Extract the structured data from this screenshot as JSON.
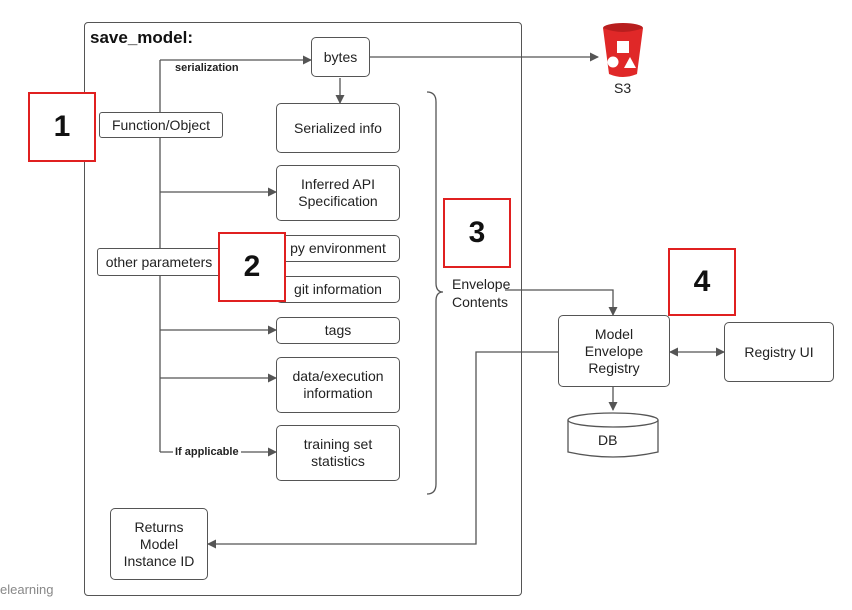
{
  "frame": {
    "title": "save_model:"
  },
  "labels": {
    "serialization": "serialization",
    "if_applicable": "If applicable",
    "envelope_contents_l1": "Envelope",
    "envelope_contents_l2": "Contents",
    "s3": "S3",
    "watermark": "elearning"
  },
  "inputs": {
    "function_object": "Function/Object",
    "other_parameters": "other parameters"
  },
  "items": {
    "bytes": "bytes",
    "serialized_info": "Serialized info",
    "inferred_api_l1": "Inferred API",
    "inferred_api_l2": "Specification",
    "py_env": "py environment",
    "git_info": "git information",
    "tags": "tags",
    "data_exec_l1": "data/execution",
    "data_exec_l2": "information",
    "train_l1": "training set",
    "train_l2": "statistics"
  },
  "registry": {
    "model_l1": "Model",
    "model_l2": "Envelope",
    "model_l3": "Registry",
    "ui": "Registry UI",
    "db": "DB"
  },
  "returns": {
    "l1": "Returns",
    "l2": "Model",
    "l3": "Instance ID"
  },
  "markers": {
    "m1": "1",
    "m2": "2",
    "m3": "3",
    "m4": "4"
  },
  "colors": {
    "marker_border": "#e02020",
    "s3_red": "#e02828",
    "line": "#555555"
  },
  "icons": [
    "s3-bucket-icon"
  ]
}
